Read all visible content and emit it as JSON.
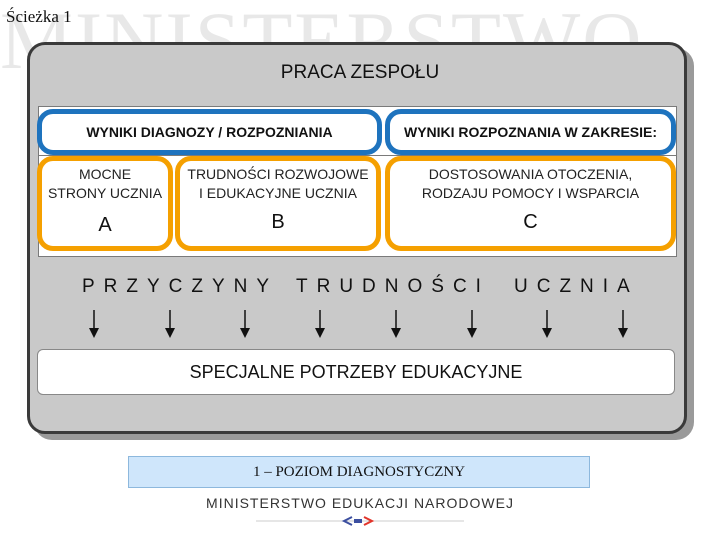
{
  "slide": {
    "title": "Ścieżka 1",
    "watermark_text": "MINISTERSTWO"
  },
  "diagram": {
    "heading": "PRACA ZESPOŁU",
    "blue_headers": [
      "WYNIKI DIAGNOZY / ROZPOZNIANIA",
      "WYNIKI ROZPOZNANIA W ZAKRESIE:"
    ],
    "columns": [
      {
        "text": "MOCNE\nSTRONY UCZNIA",
        "letter": "A"
      },
      {
        "text": "TRUDNOŚCI ROZWOJOWE\nI EDUKACYJNE UCZNIA",
        "letter": "B"
      },
      {
        "text": "DOSTOSOWANIA OTOCZENIA,\nRODZAJU POMOCY I WSPARCIA",
        "letter": "C"
      }
    ],
    "causes_words": [
      "PRZYCZYNY",
      "TRUDNOŚCI",
      "UCZNIA"
    ],
    "arrow_count": 8,
    "result": "SPECJALNE POTRZEBY EDUKACYJNE",
    "colors": {
      "blue": "#1e73be",
      "orange": "#f5a000",
      "panel": "#c9c9c9"
    }
  },
  "footer": {
    "level": "1 – POZIOM DIAGNOSTYCZNY",
    "ministry": "MINISTERSTWO EDUKACJI NARODOWEJ"
  }
}
